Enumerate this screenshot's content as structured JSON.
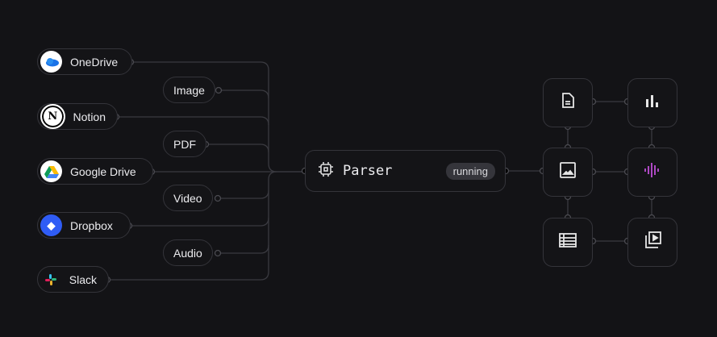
{
  "sources": [
    {
      "label": "OneDrive",
      "icon": "onedrive-icon"
    },
    {
      "label": "Notion",
      "icon": "notion-icon"
    },
    {
      "label": "Google Drive",
      "icon": "google-drive-icon"
    },
    {
      "label": "Dropbox",
      "icon": "dropbox-icon"
    },
    {
      "label": "Slack",
      "icon": "slack-icon"
    }
  ],
  "types": [
    "Image",
    "PDF",
    "Video",
    "Audio"
  ],
  "parser": {
    "name": "Parser",
    "status": "running",
    "icon": "chip-icon"
  },
  "outputs": [
    "document-icon",
    "bar-chart-icon",
    "image-icon",
    "audio-waveform-icon",
    "table-icon",
    "video-gallery-icon"
  ],
  "colors": {
    "accent": "#c04fd8",
    "background": "#131316",
    "border": "#34343a"
  }
}
